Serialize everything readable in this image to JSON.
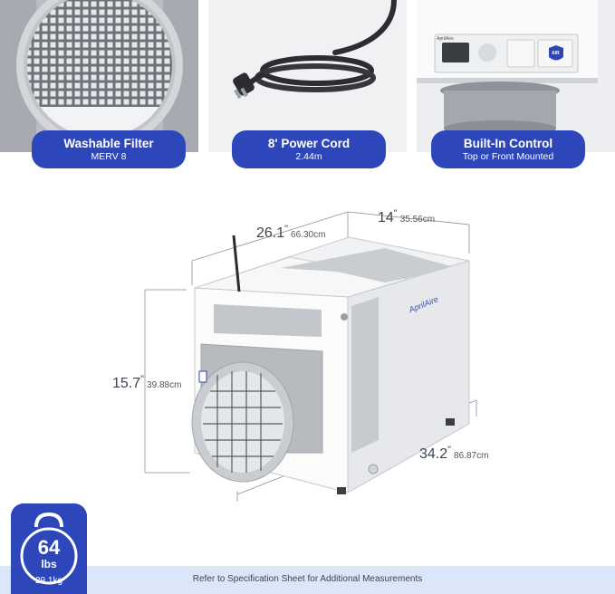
{
  "features": [
    {
      "title": "Washable Filter",
      "subtitle": "MERV 8"
    },
    {
      "title": "8' Power Cord",
      "subtitle": "2.44m"
    },
    {
      "title": "Built-In Control",
      "subtitle": "Top or Front Mounted"
    }
  ],
  "control_panel": {
    "brand": "AprilAire",
    "badge": "AIR"
  },
  "dimensions": {
    "length": {
      "value": "26.1",
      "unit": "\"",
      "metric": "66.30cm"
    },
    "width": {
      "value": "14",
      "unit": "\"",
      "metric": "35.56cm"
    },
    "height": {
      "value": "15.7",
      "unit": "\"",
      "metric": "39.88cm"
    },
    "depth": {
      "value": "34.2",
      "unit": "\"",
      "metric": "86.87cm"
    }
  },
  "product": {
    "brand_label": "AprilAire"
  },
  "weight": {
    "value": "64",
    "unit": "lbs",
    "metric": "29.1kg"
  },
  "footer_note": "Refer to Specification Sheet for Additional Measurements",
  "colors": {
    "accent": "#2d46b9",
    "footer_bg": "#dbe6f8",
    "tile_bg": "#e9ebee"
  }
}
